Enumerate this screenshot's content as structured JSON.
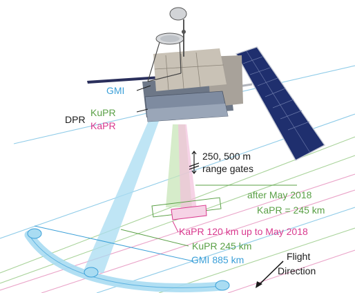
{
  "colors": {
    "gmi": "#3a9fd8",
    "kupr": "#5aa046",
    "kapr": "#d9398e",
    "dark": "#1a1a1a"
  },
  "labels": {
    "gmi": "GMI",
    "dpr": "DPR",
    "kupr": "KuPR",
    "kapr": "KaPR",
    "gates_line1": "250, 500 m",
    "gates_line2": "range gates",
    "after_may_line1": "after May 2018",
    "after_may_line2": "KaPR = 245 km",
    "kapr_swath": "KaPR 120 km up to May 2018",
    "kupr_swath": "KuPR 245 km",
    "gmi_swath": "GMI 885 km",
    "flight_line1": "Flight",
    "flight_line2": "Direction"
  }
}
